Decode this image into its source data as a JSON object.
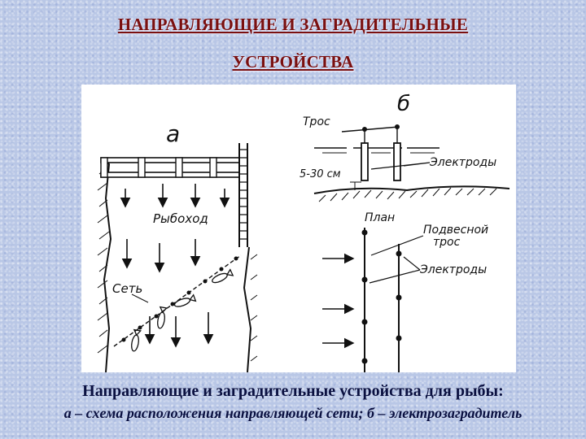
{
  "title": {
    "line1": "НАПРАВЛЯЮЩИЕ И ЗАГРАДИТЕЛЬНЫЕ",
    "line2": "УСТРОЙСТВА"
  },
  "diagram": {
    "panel_a": {
      "letter": "а",
      "fish_passage_label": "Рыбоход",
      "net_label": "Сеть"
    },
    "panel_b": {
      "letter": "б",
      "cable_label": "Трос",
      "depth_label": "5-30 см",
      "electrodes_label_top": "Электроды",
      "plan_label": "План",
      "suspended_cable_label_1": "Подвесной",
      "suspended_cable_label_2": "трос",
      "electrodes_label_plan": "Электроды"
    }
  },
  "caption": {
    "line1": "Направляющие и заградительные устройства для рыбы:",
    "line2": "а – схема расположения направляющей сети; б – электрозаградитель"
  }
}
